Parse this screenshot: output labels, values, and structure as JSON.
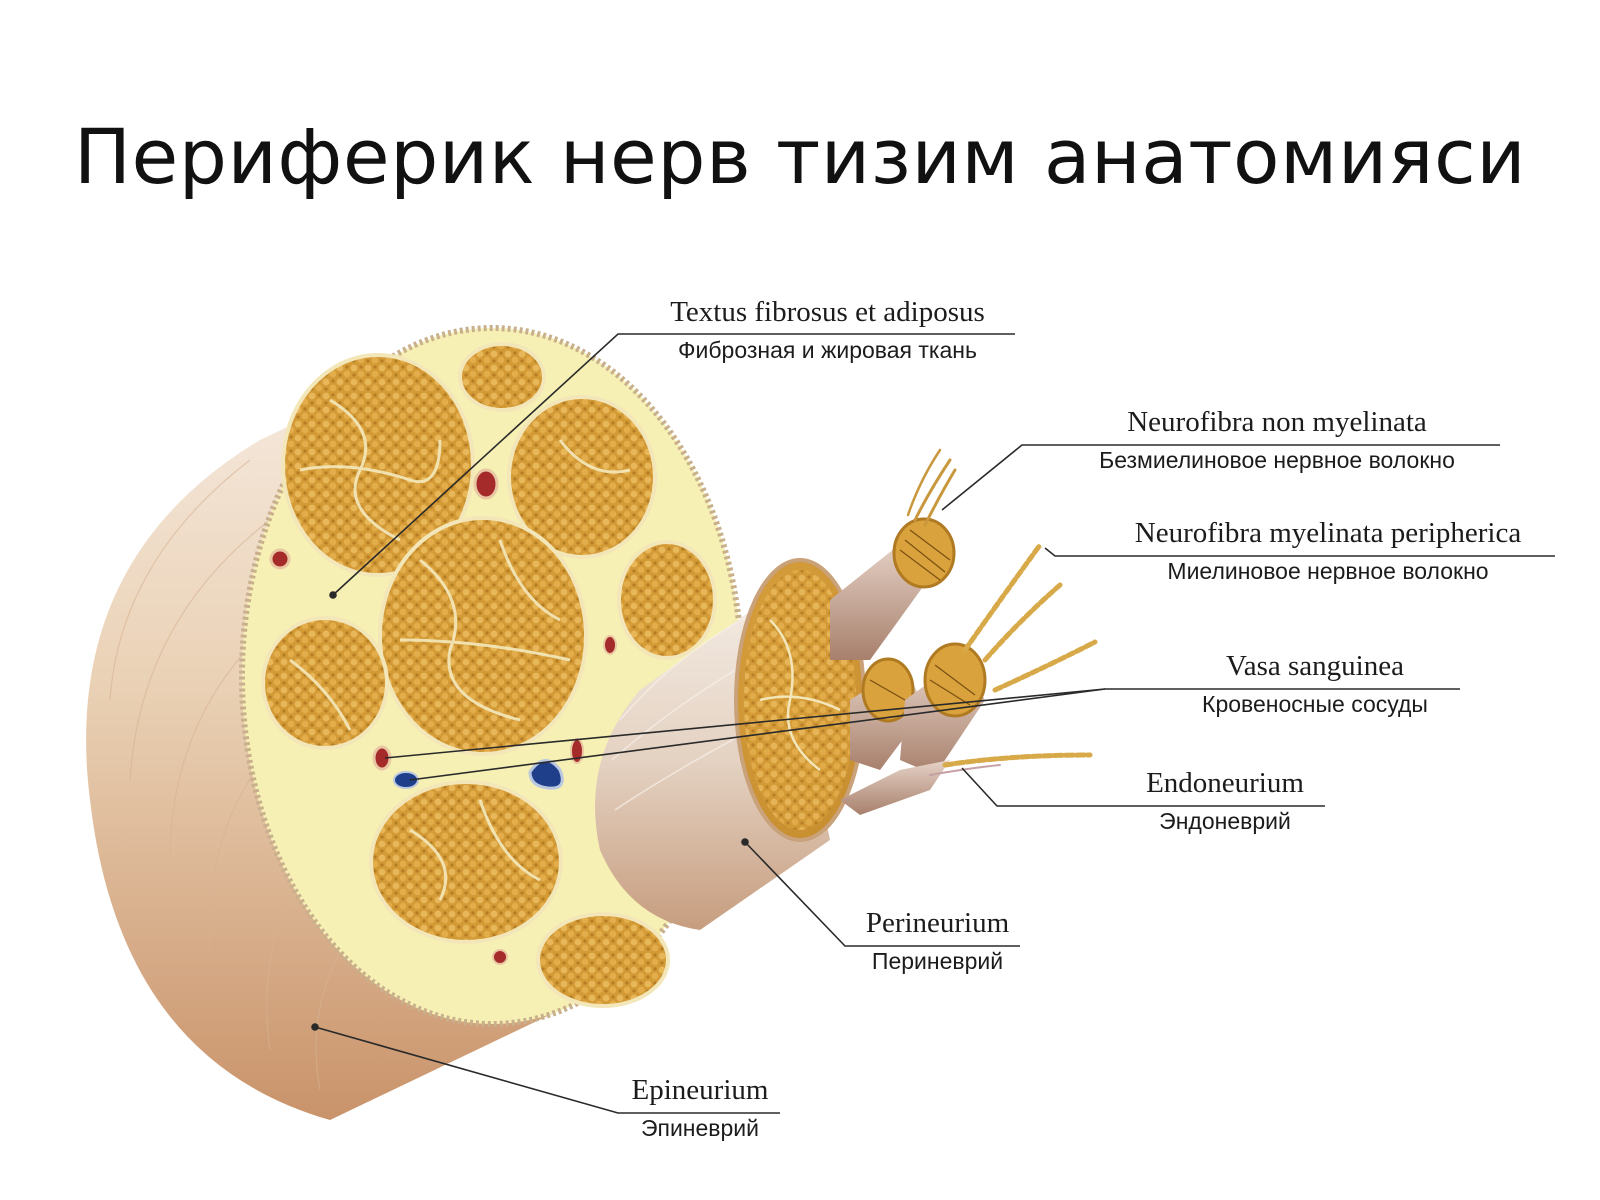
{
  "title": "Периферик нерв тизим анатомияси",
  "labels": {
    "fibrosus": {
      "latin": "Textus fibrosus et adiposus",
      "russian": "Фиброзная и жировая ткань"
    },
    "non_myelinata": {
      "latin": "Neurofibra non myelinata",
      "russian": "Безмиелиновое нервное волокно"
    },
    "myelinata": {
      "latin": "Neurofibra myelinata peripherica",
      "russian": "Миелиновое нервное волокно"
    },
    "vasa": {
      "latin": "Vasa sanguinea",
      "russian": "Кровеносные сосуды"
    },
    "endoneurium": {
      "latin": "Endoneurium",
      "russian": "Эндоневрий"
    },
    "perineurium": {
      "latin": "Perineurium",
      "russian": "Периневрий"
    },
    "epineurium": {
      "latin": "Epineurium",
      "russian": "Эпиневрий"
    }
  },
  "colors": {
    "fascicle": "#d9a23c",
    "fascicle_dark": "#b9832a",
    "fat_tissue": "#f6f0b4",
    "nerve_outer": "#e8c9a4",
    "perineurium_sheath": "#e9dccf",
    "vessel_red": "#a52a2a",
    "vessel_blue": "#1f3f8a"
  }
}
